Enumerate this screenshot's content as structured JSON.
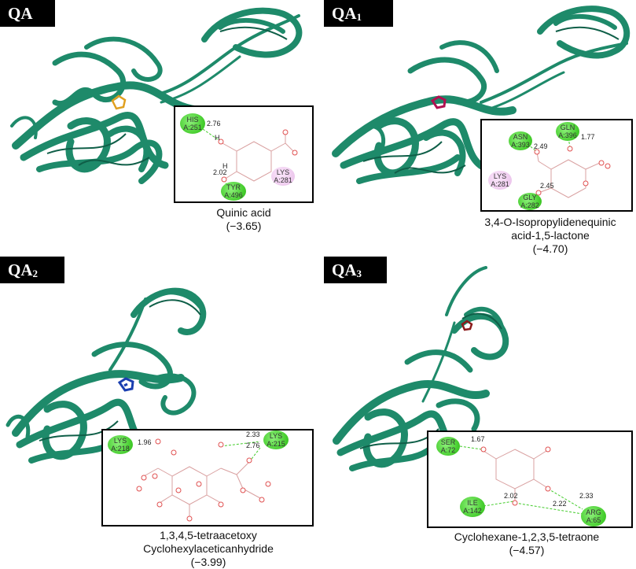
{
  "panels": [
    {
      "tag": "QA",
      "tag_sub": "",
      "residues": [
        {
          "name": "HIS",
          "id": "A:251"
        },
        {
          "name": "LYS",
          "id": "A:281"
        },
        {
          "name": "TYR",
          "id": "A:496"
        }
      ],
      "distances": [
        "2.76",
        "2.02"
      ],
      "atoms": [
        "H",
        "H"
      ],
      "caption_line1": "Quinic acid",
      "caption_line2": "(−3.65)"
    },
    {
      "tag": "QA",
      "tag_sub": "1",
      "residues": [
        {
          "name": "ASN",
          "id": "A:393"
        },
        {
          "name": "GLN",
          "id": "A:396"
        },
        {
          "name": "LYS",
          "id": "A:281"
        },
        {
          "name": "GLY",
          "id": "A:282"
        }
      ],
      "distances": [
        "2.49",
        "1.77",
        "2.45"
      ],
      "caption_line1": "3,4-O-Isopropylidenequinic",
      "caption_line2": "acid-1,5-lactone",
      "caption_line3": "(−4.70)"
    },
    {
      "tag": "QA",
      "tag_sub": "2",
      "residues": [
        {
          "name": "LYS",
          "id": "A:218"
        },
        {
          "name": "LYS",
          "id": "A:215"
        }
      ],
      "distances": [
        "1.96",
        "2.33",
        "2.76"
      ],
      "caption_line1": "1,3,4,5-tetraacetoxy",
      "caption_line2": "Cyclohexylaceticanhydride",
      "caption_line3": "(−3.99)"
    },
    {
      "tag": "QA",
      "tag_sub": "3",
      "residues": [
        {
          "name": "SER",
          "id": "A:72"
        },
        {
          "name": "ILE",
          "id": "A:142"
        },
        {
          "name": "ARG",
          "id": "A:65"
        }
      ],
      "distances": [
        "1.67",
        "2.33",
        "2.02",
        "2.22"
      ],
      "caption_line1": "Cyclohexane-1,2,3,5-tetraone",
      "caption_line2": "(−4.57)"
    }
  ],
  "colors": {
    "protein": "#1e8a6a",
    "protein_dark": "#0f5f48",
    "ligand_qa": "#e0a020",
    "ligand_qa1": "#b01050",
    "ligand_qa2": "#1a3fb0",
    "ligand_qa3": "#8b1a1a",
    "hbond": "#44cc2c",
    "oxygen": "#e05050"
  }
}
